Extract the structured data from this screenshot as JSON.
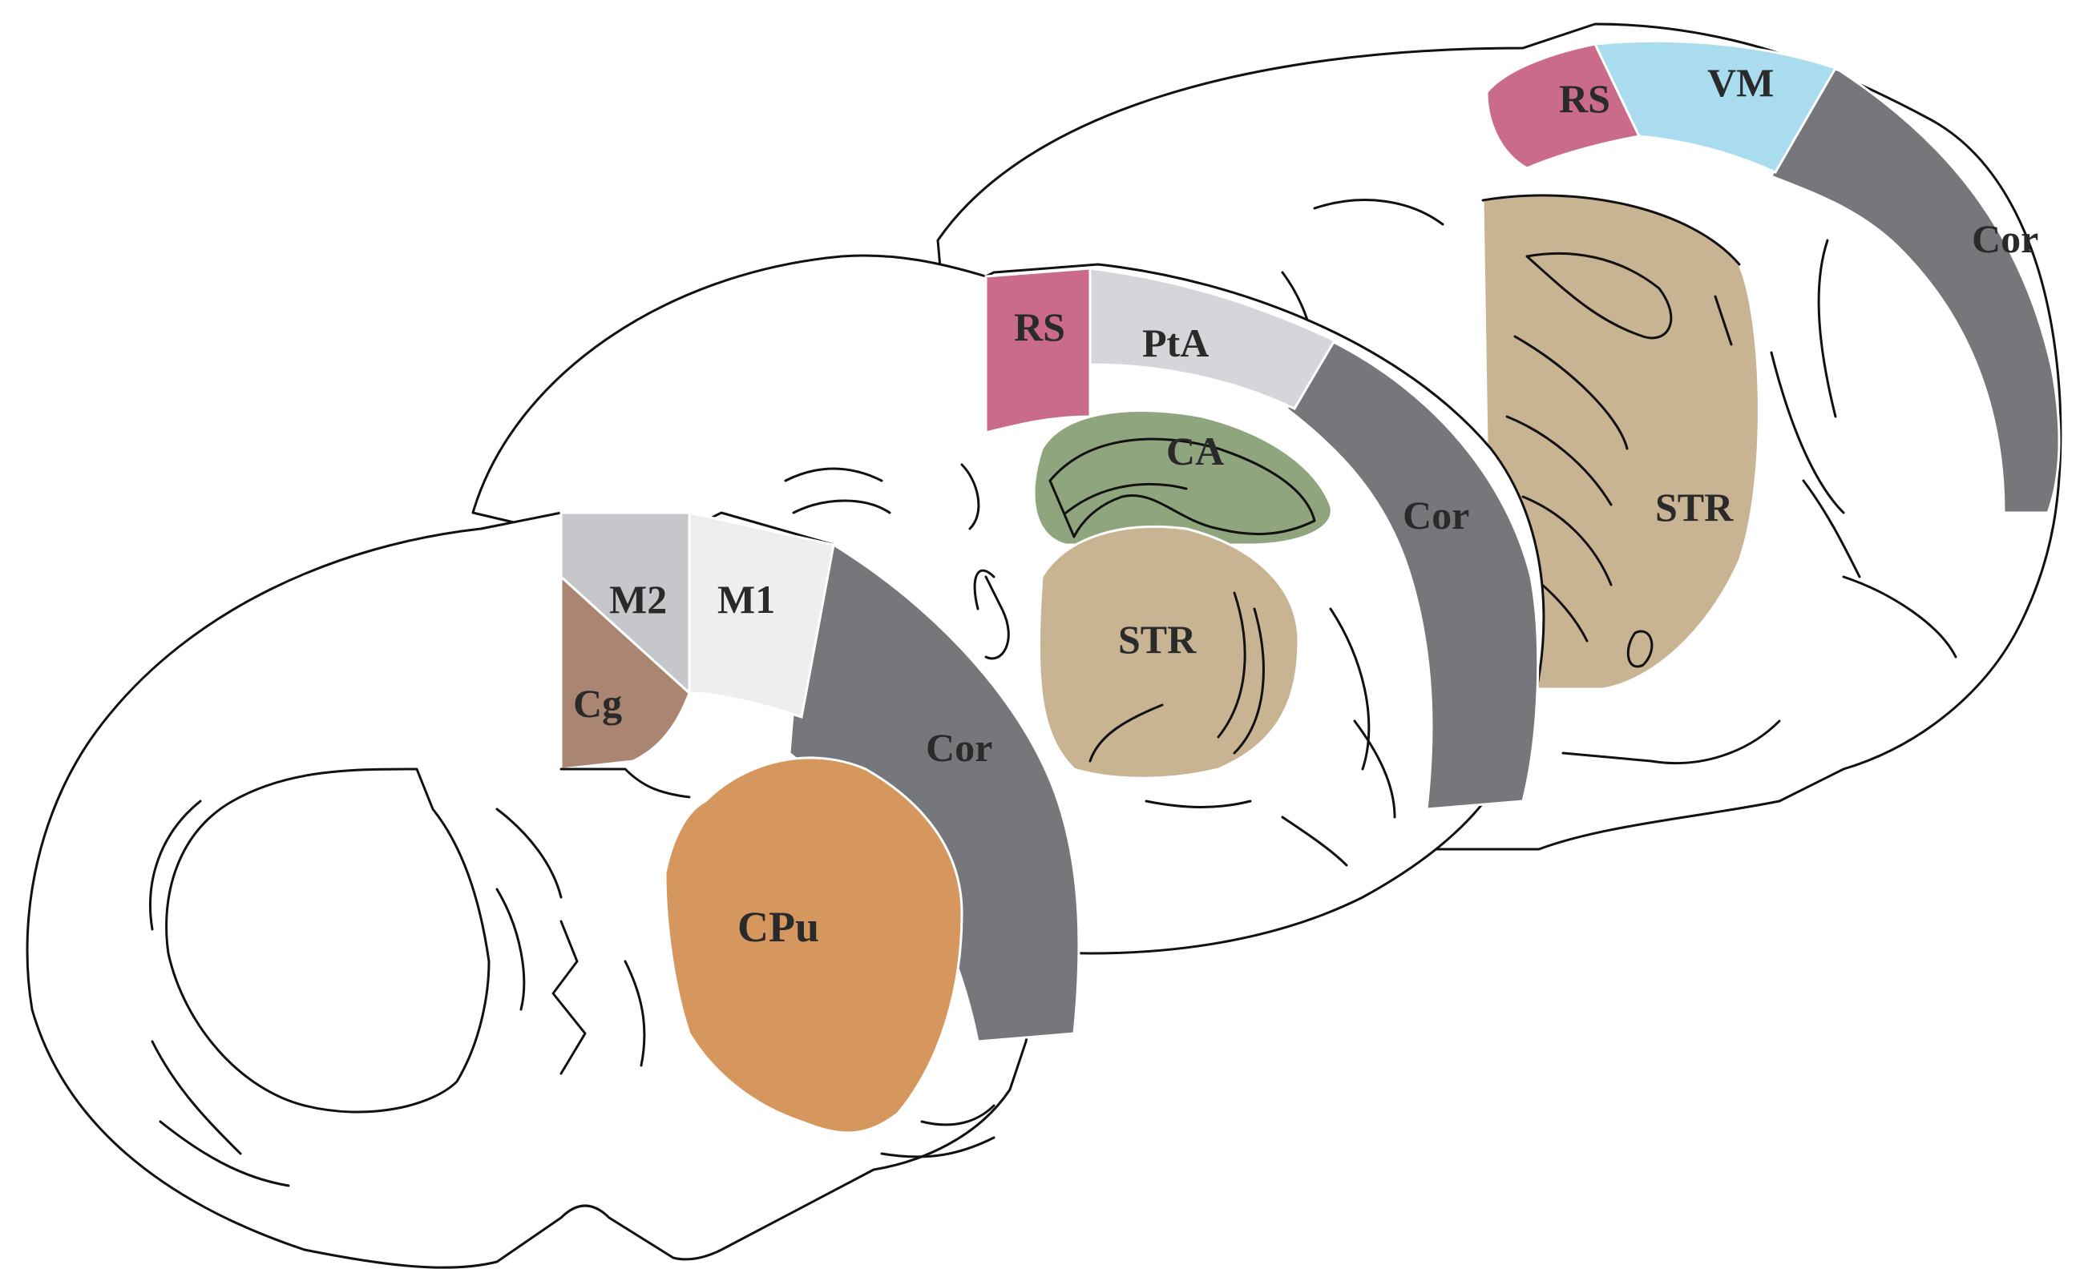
{
  "colors": {
    "rs": "#c96b89",
    "vm": "#a9dcef",
    "cortex": "#76777b",
    "str": "#c8b393",
    "pta": "#d5d6d9",
    "ca": "#8fa57d",
    "m2": "#c6c7ca",
    "m1": "#eeeeee",
    "cg": "#a98572",
    "cpu": "#d5975e",
    "outline": "#111111"
  },
  "sections": {
    "back": {
      "rs": "RS",
      "vm": "VM",
      "cor": "Cor",
      "str": "STR"
    },
    "middle": {
      "rs": "RS",
      "pta": "PtA",
      "ca": "CA",
      "cor": "Cor",
      "str": "STR"
    },
    "front": {
      "m2": "M2",
      "m1": "M1",
      "cg": "Cg",
      "cor": "Cor",
      "cpu": "CPu"
    }
  }
}
